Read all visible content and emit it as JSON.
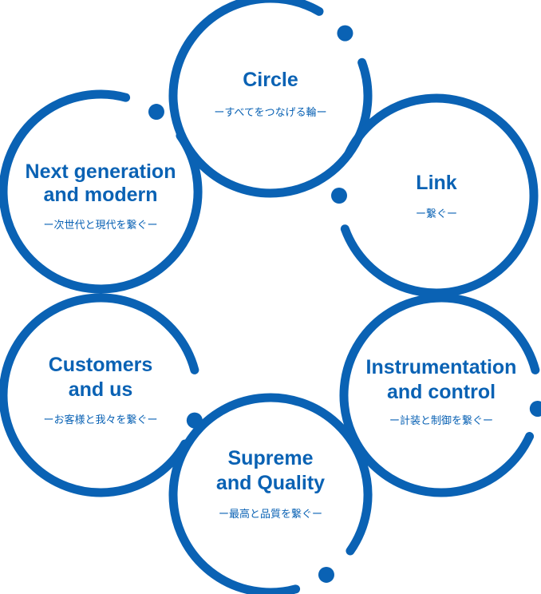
{
  "colors": {
    "ring": "#0a62b4",
    "background": "#ffffff"
  },
  "nodes": [
    {
      "id": "circle",
      "title_lines": [
        "Circle"
      ],
      "subtitle": "ーすべてをつなげる輪ー"
    },
    {
      "id": "link",
      "title_lines": [
        "Link"
      ],
      "subtitle": "ー繋ぐー"
    },
    {
      "id": "instrumentation",
      "title_lines": [
        "Instrumentation",
        "and control"
      ],
      "subtitle": "ー計装と制御を繋ぐー"
    },
    {
      "id": "supreme",
      "title_lines": [
        "Supreme",
        "and Quality"
      ],
      "subtitle": "ー最高と品質を繋ぐー"
    },
    {
      "id": "customers",
      "title_lines": [
        "Customers",
        "and us"
      ],
      "subtitle": "ーお客様と我々を繋ぐー"
    },
    {
      "id": "next-generation",
      "title_lines": [
        "Next generation",
        "and modern"
      ],
      "subtitle": "ー次世代と現代を繋ぐー"
    }
  ]
}
